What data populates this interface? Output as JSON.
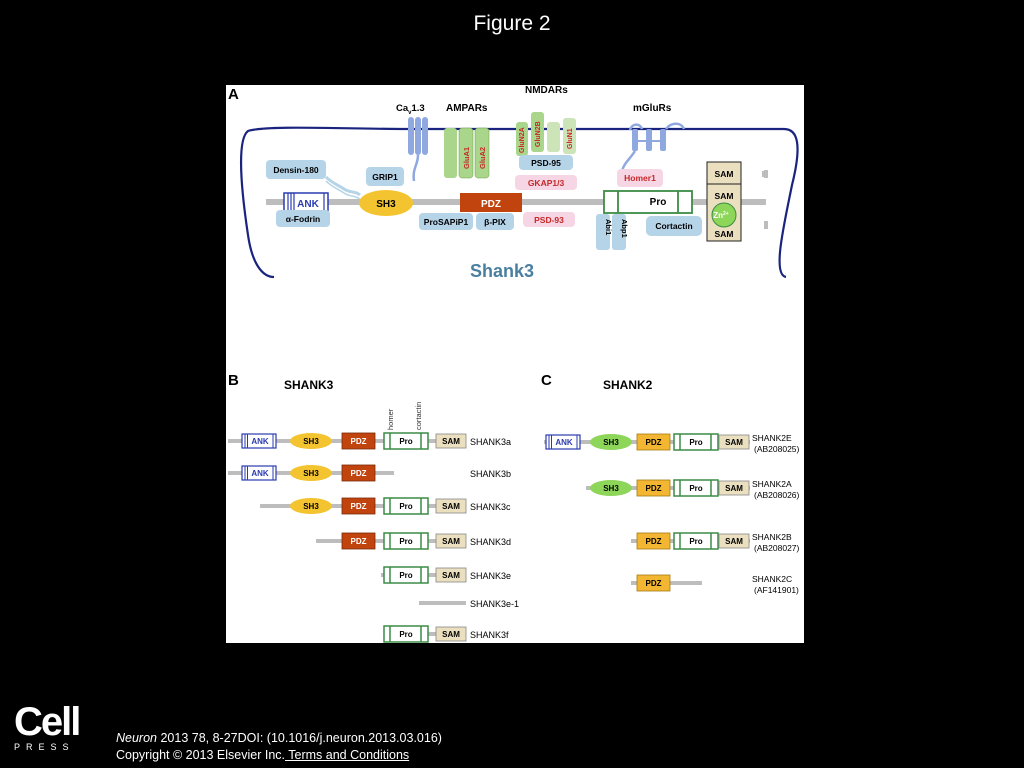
{
  "slide": {
    "title": "Figure 2"
  },
  "panel_a": {
    "letter": "A",
    "receptors": {
      "cav13": "1.3",
      "cav_prefix": "Ca",
      "cav_sub": "v",
      "ampars": "AMPARs",
      "nmdars": "NMDARs",
      "mglurs": "mGluRs"
    },
    "subunits": {
      "glua1": "GluA1",
      "glua2": "GluA2",
      "glun2a": "GluN2A",
      "glun2b": "GluN2B",
      "glun1": "GluN1"
    },
    "partners": {
      "densin": "Densin-180",
      "grip1": "GRIP1",
      "psd95": "PSD-95",
      "gkap": "GKAP1/3",
      "homer1": "Homer1",
      "alpha_fodrin": "α-Fodrin",
      "prosapip1": "ProSAPiP1",
      "beta_pix": "β-PIX",
      "psd93": "PSD-93",
      "abi1": "Abi1",
      "abp1": "Abp1",
      "cortactin": "Cortactin"
    },
    "domains": {
      "ank": "ANK",
      "sh3": "SH3",
      "pdz": "PDZ",
      "pro": "Pro",
      "sam1": "SAM",
      "sam2": "SAM",
      "sam3": "SAM",
      "zn": "Zn",
      "zn_sup": "2+"
    },
    "protein_name": "Shank3"
  },
  "panel_b": {
    "letter": "B",
    "title": "SHANK3",
    "site_labels": {
      "homer": "homer",
      "cortactin": "cortactin"
    },
    "isoforms": [
      "SHANK3a",
      "SHANK3b",
      "SHANK3c",
      "SHANK3d",
      "SHANK3e",
      "SHANK3e-1",
      "SHANK3f"
    ]
  },
  "panel_c": {
    "letter": "C",
    "title": "SHANK2",
    "isoforms": [
      {
        "name": "SHANK2E",
        "accession": "(AB208025)"
      },
      {
        "name": "SHANK2A",
        "accession": "(AB208026)"
      },
      {
        "name": "SHANK2B",
        "accession": "(AB208027)"
      },
      {
        "name": "SHANK2C",
        "accession": "(AF141901)"
      }
    ]
  },
  "domain_labels": {
    "ank": "ANK",
    "sh3": "SH3",
    "pdz": "PDZ",
    "pro": "Pro",
    "sam": "SAM"
  },
  "colors": {
    "membrane": "#1a237e",
    "ank": "#2a3bb0",
    "sh3_shank3": "#f4c430",
    "pdz_shank3": "#c1440e",
    "sh3_shank2": "#8dd65a",
    "pdz_shank2": "#f2b632",
    "pro": "#3c8c46",
    "sam": "#eadfbe",
    "partner_blue": "#b6d4e8",
    "partner_pink": "#f6d6e4",
    "channel_blue": "#8fa8e0",
    "ampa_green": "#a9d68a"
  },
  "footer": {
    "logo_word": "Cell",
    "logo_sub": "PRESS",
    "journal": "Neuron",
    "citation": " 2013 78, 8-27DOI: (10.1016/j.neuron.2013.03.016)",
    "copyright": "Copyright © 2013 Elsevier Inc.",
    "terms_link": " Terms and Conditions"
  }
}
